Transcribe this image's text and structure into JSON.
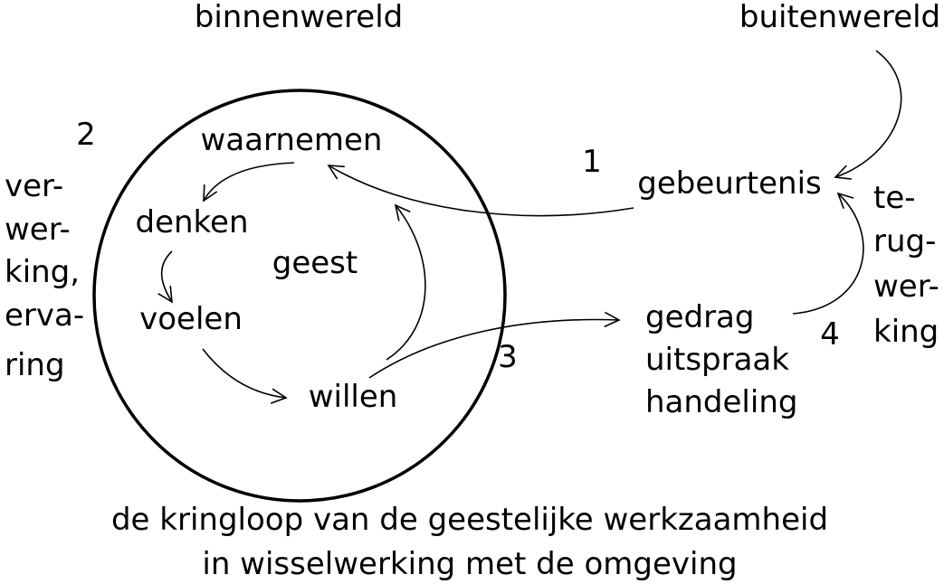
{
  "labels": {
    "binnenwereld": "binnenwereld",
    "buitenwereld": "buitenwereld",
    "waarnemen": "waarnemen",
    "denken": "denken",
    "geest": "geest",
    "voelen": "voelen",
    "willen": "willen",
    "gebeurtenis": "gebeurtenis",
    "gedrag_lines": [
      "gedrag",
      "uitspraak",
      "handeling"
    ],
    "verwerking_lines": [
      "ver-",
      "wer-",
      "king,",
      "erva-",
      "ring"
    ],
    "terugwerking_lines": [
      "te-",
      "rug-",
      "wer-",
      "king"
    ]
  },
  "numbers": {
    "one": "1",
    "two": "2",
    "three": "3",
    "four": "4"
  },
  "caption": [
    "de kringloop van de geestelijke werkzaamheid",
    "in wisselwerking met de omgeving"
  ],
  "colors": {
    "ink": "#000000",
    "background": "#ffffff"
  }
}
